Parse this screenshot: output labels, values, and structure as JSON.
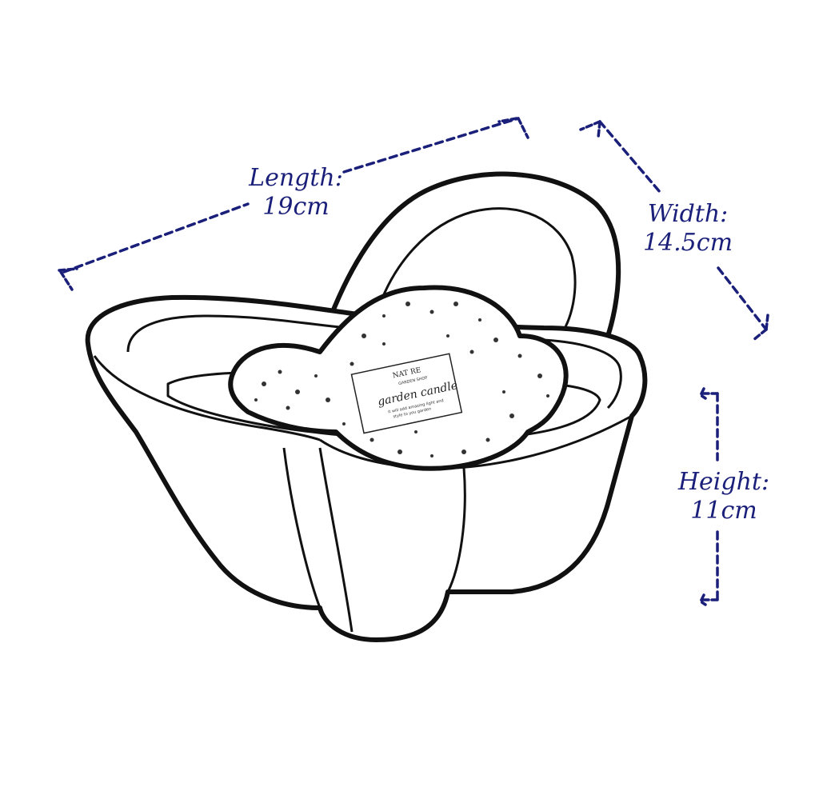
{
  "dimensions": {
    "length": {
      "title": "Length:",
      "value": "19cm"
    },
    "width": {
      "title": "Width:",
      "value": "14.5cm"
    },
    "height": {
      "title": "Height:",
      "value": "11cm"
    }
  },
  "product_label": {
    "brand": "NAT  RE",
    "line1": "GARDEN  SHOP",
    "script": "garden candle",
    "small1": "it will add amazing light and",
    "small2": "style to you garden"
  },
  "colors": {
    "dimension_ink": "#1a1f7a",
    "outline": "#111111",
    "background": "#ffffff"
  },
  "icons": [
    "dimension-arrow-icon"
  ]
}
